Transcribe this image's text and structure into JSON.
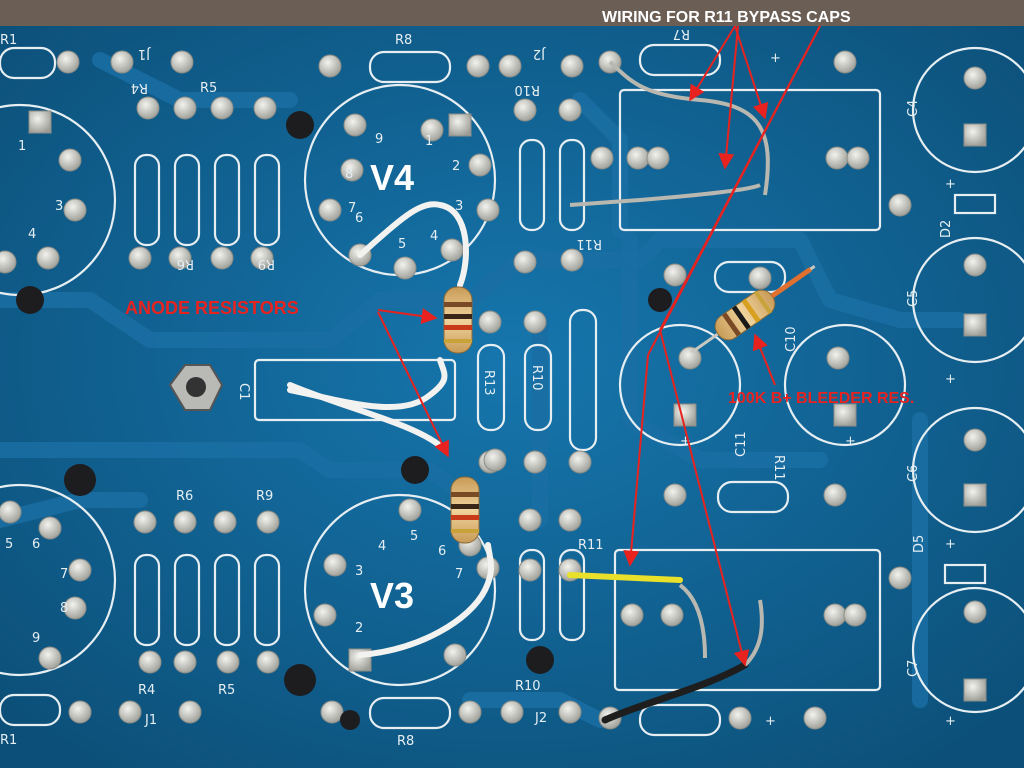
{
  "annotations": {
    "bypass_caps": "WIRING FOR R11 BYPASS CAPS",
    "anode_resistors": "ANODE RESISTORS",
    "bleeder": "100K B+ BLEEDER RES.",
    "tube_top": "V4",
    "tube_bottom": "V3"
  },
  "silkscreen": {
    "r1": "R1",
    "r4": "R4",
    "r5": "R5",
    "r6": "R6",
    "r7": "R7",
    "r8": "R8",
    "r9": "R9",
    "r10": "R10",
    "r11": "R11",
    "r13": "R13",
    "j1": "J1",
    "j2": "J2",
    "c1": "C1",
    "c4": "C4",
    "c5": "C5",
    "c6": "C6",
    "c7": "C7",
    "c10": "C10",
    "c11": "C11",
    "d2": "D2",
    "d5": "D5",
    "plus": "+",
    "pins": [
      "1",
      "2",
      "3",
      "4",
      "5",
      "6",
      "7",
      "8",
      "9"
    ]
  },
  "colors": {
    "board": "#0f5f8f",
    "trace": "#1a6fa3",
    "silk": "#e6eef2",
    "annotation": "#e8231f",
    "background": "#6e6258"
  }
}
